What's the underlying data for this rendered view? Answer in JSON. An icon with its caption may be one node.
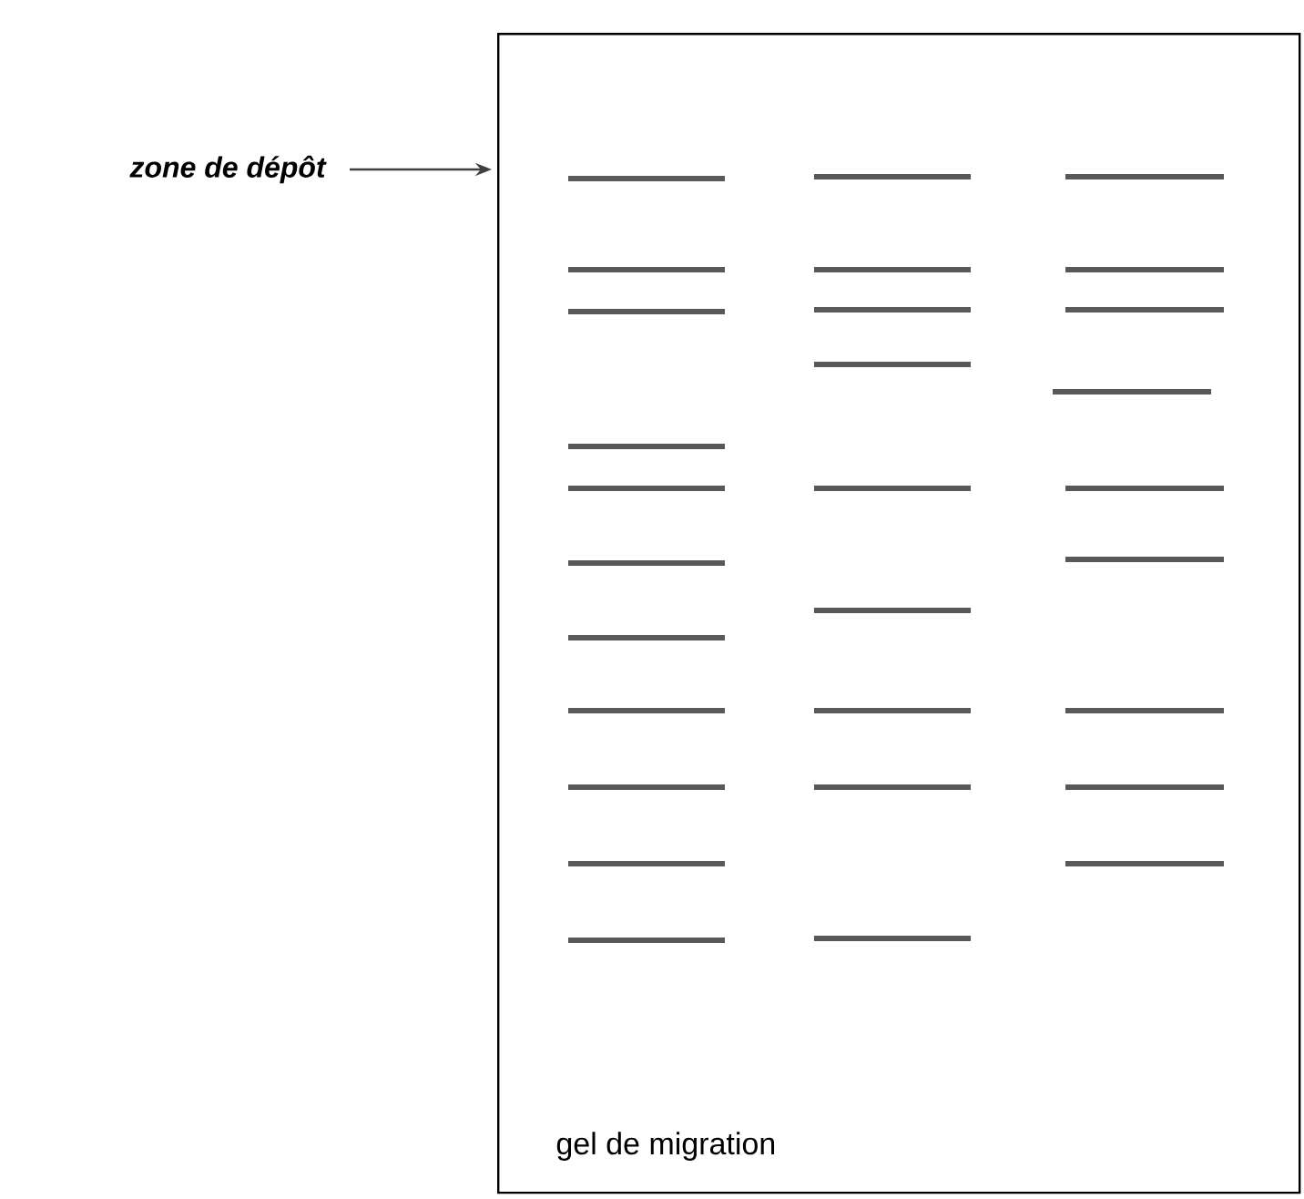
{
  "diagram": {
    "nodes": [
      {
        "text": [
          "gel de migration"
        ]
      },
      {
        "text": [
          "zone de dépôt"
        ]
      }
    ],
    "edges": [
      {
        "from": 1,
        "to": 0,
        "arrow": "to"
      }
    ]
  }
}
